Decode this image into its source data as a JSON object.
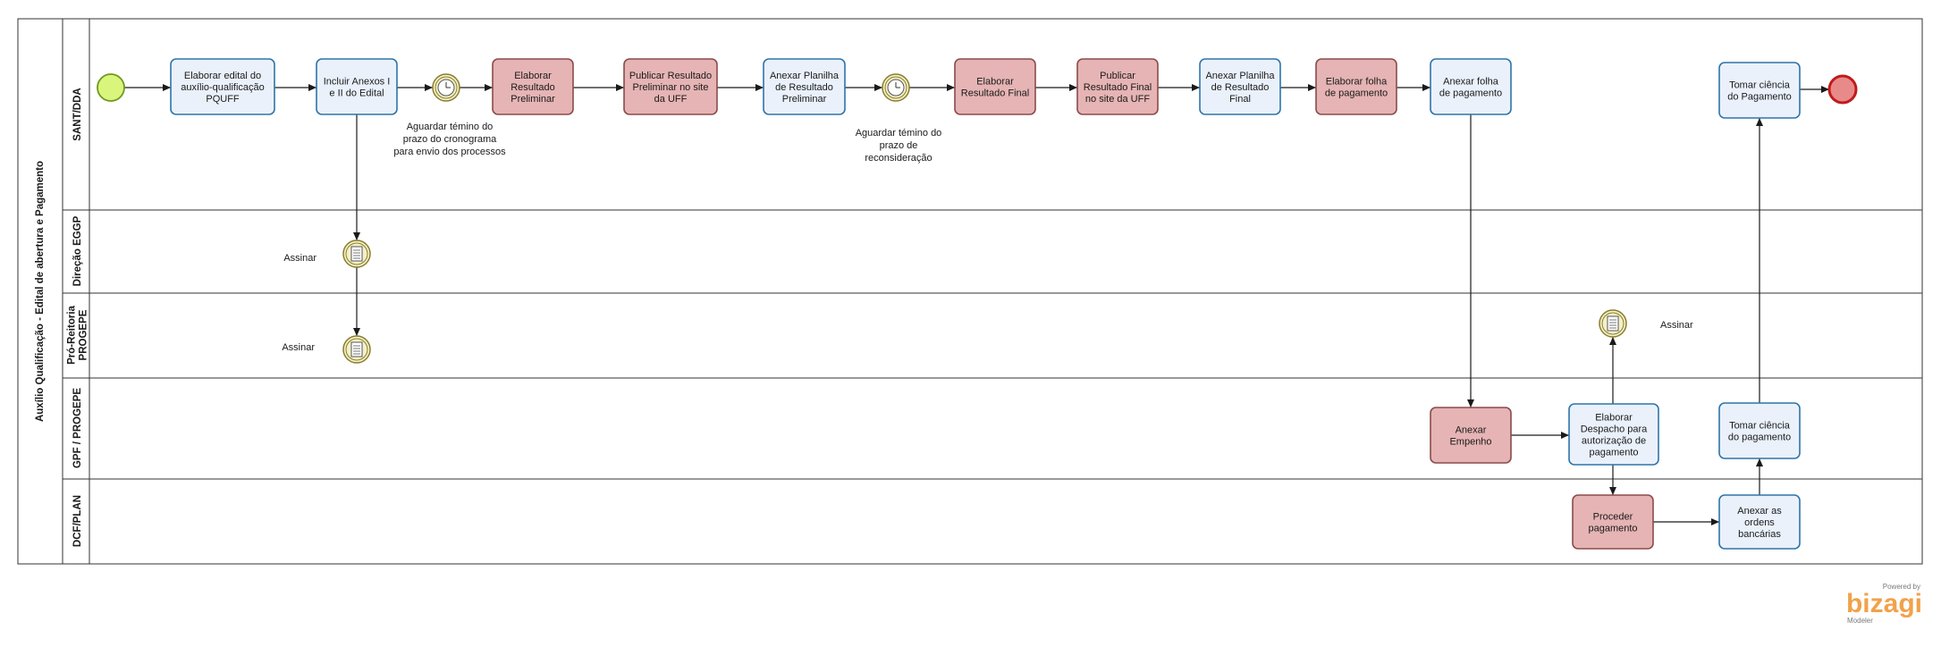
{
  "pool": {
    "label": "Auxílio Qualificação - Edital de abertura e Pagamento"
  },
  "lanes": [
    {
      "id": "sant",
      "label": [
        "SANT/DDA"
      ]
    },
    {
      "id": "direcao",
      "label": [
        "Direção EGGP"
      ]
    },
    {
      "id": "pro",
      "label": [
        "Pró-Reitoria",
        "PROGEPE"
      ]
    },
    {
      "id": "gpf",
      "label": [
        "GPF / PROGEPE"
      ]
    },
    {
      "id": "dcf",
      "label": [
        "DCF/PLAN"
      ]
    }
  ],
  "tasks": [
    {
      "id": "t1",
      "type": "blue",
      "lines": [
        "Elaborar edital do",
        "auxílio-qualificação",
        "PQUFF"
      ]
    },
    {
      "id": "t2",
      "type": "blue",
      "lines": [
        "Incluir Anexos I",
        "e II do Edital"
      ]
    },
    {
      "id": "t3",
      "type": "red",
      "lines": [
        "Elaborar",
        "Resultado",
        "Preliminar"
      ]
    },
    {
      "id": "t4",
      "type": "red",
      "lines": [
        "Publicar Resultado",
        "Preliminar no site",
        "da UFF"
      ]
    },
    {
      "id": "t5",
      "type": "blue",
      "lines": [
        "Anexar Planilha",
        "de Resultado",
        "Preliminar"
      ]
    },
    {
      "id": "t6",
      "type": "red",
      "lines": [
        "Elaborar",
        "Resultado Final"
      ]
    },
    {
      "id": "t7",
      "type": "red",
      "lines": [
        "Publicar",
        "Resultado Final",
        "no site da UFF"
      ]
    },
    {
      "id": "t8",
      "type": "blue",
      "lines": [
        "Anexar Planilha",
        "de Resultado",
        "Final"
      ]
    },
    {
      "id": "t9",
      "type": "red",
      "lines": [
        "Elaborar  folha",
        "de pagamento"
      ]
    },
    {
      "id": "t10",
      "type": "blue",
      "lines": [
        "Anexar  folha",
        "de pagamento"
      ]
    },
    {
      "id": "t11",
      "type": "blue",
      "lines": [
        "Tomar ciência",
        "do Pagamento"
      ]
    },
    {
      "id": "t12",
      "type": "red",
      "lines": [
        "Anexar",
        "Empenho"
      ]
    },
    {
      "id": "t13",
      "type": "blue",
      "lines": [
        "Elaborar",
        "Despacho para",
        "autorização de",
        "pagamento"
      ]
    },
    {
      "id": "t14",
      "type": "blue",
      "lines": [
        "Tomar ciência",
        "do pagamento"
      ]
    },
    {
      "id": "t15",
      "type": "red",
      "lines": [
        "Proceder",
        "pagamento"
      ]
    },
    {
      "id": "t16",
      "type": "blue",
      "lines": [
        "Anexar as",
        "ordens",
        "bancárias"
      ]
    }
  ],
  "events": [
    {
      "id": "start",
      "kind": "start"
    },
    {
      "id": "end",
      "kind": "end"
    },
    {
      "id": "timer1",
      "kind": "timer",
      "lines": [
        "Aguardar témino do",
        "prazo do cronograma",
        "para envio dos processos"
      ]
    },
    {
      "id": "timer2",
      "kind": "timer",
      "lines": [
        "Aguardar témino do",
        "prazo de",
        "reconsideração"
      ]
    },
    {
      "id": "sign1",
      "kind": "message",
      "lines": [
        "Assinar"
      ]
    },
    {
      "id": "sign2",
      "kind": "message",
      "lines": [
        "Assinar"
      ]
    },
    {
      "id": "sign3",
      "kind": "message",
      "lines": [
        "Assinar"
      ]
    }
  ],
  "branding": {
    "small": "Powered by",
    "logo": "bizagi",
    "sub": "Modeler"
  },
  "colors": {
    "task_blue_fill": "#eaf1fb",
    "task_blue_stroke": "#2e74a8",
    "task_red_fill": "#e6b4b4",
    "task_red_stroke": "#8a4b4b",
    "start_fill": "#d9f57c",
    "start_stroke": "#6f9a1e",
    "end_fill": "#e88a8a",
    "end_stroke": "#c01b1b",
    "event_fill": "#f3f0c8",
    "event_stroke": "#8a7d2c"
  }
}
